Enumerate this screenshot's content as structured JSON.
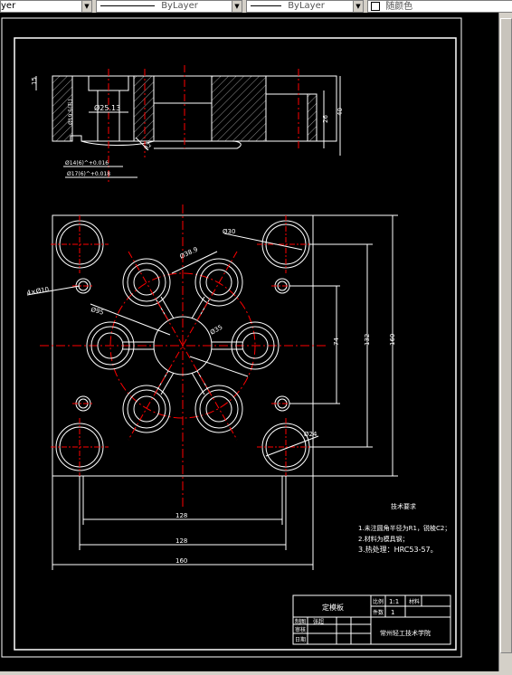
{
  "toolbar": {
    "layer_combo_fragment": "yer",
    "linetype_label": "ByLayer",
    "lineweight_label": "ByLayer",
    "color_label": "随颜色"
  },
  "drawing": {
    "section_dims": {
      "bore": "Ø25.13",
      "height_15": "15",
      "height_26": "26",
      "height_40": "40",
      "chamfer": "R2",
      "thread_label_left": "Ø19.5(孔)",
      "thread_dim_1": "Ø14(6)^+0.016",
      "thread_dim_2": "Ø17(6)^+0.018"
    },
    "plan_dims": {
      "hole_30": "Ø30",
      "circle_38": "Ø38.9",
      "holes_4": "4×Ø10",
      "bolt_circle": "Ø95",
      "hub": "Ø35",
      "pin": "Ø24",
      "dim_74": "74",
      "dim_132": "132",
      "dim_160v": "160",
      "dim_128a": "128",
      "dim_128b": "128",
      "dim_160h": "160"
    },
    "notes": {
      "title": "技术要求",
      "line1": "1.未注圆角半径为R1，锐棱C2；",
      "line2": "2.材料为模具钢；",
      "line3": "3.热处理：HRC53-57。"
    },
    "title_block": {
      "part_name": "定模板",
      "scale_label": "比例",
      "scale_value": "1:1",
      "material_label": "材料",
      "qty_label": "件数",
      "qty_value": "1",
      "drawn_label": "制图",
      "drawn_by": "张超",
      "check_label": "审核",
      "date_label": "日期",
      "school": "常州轻工技术学院"
    }
  }
}
